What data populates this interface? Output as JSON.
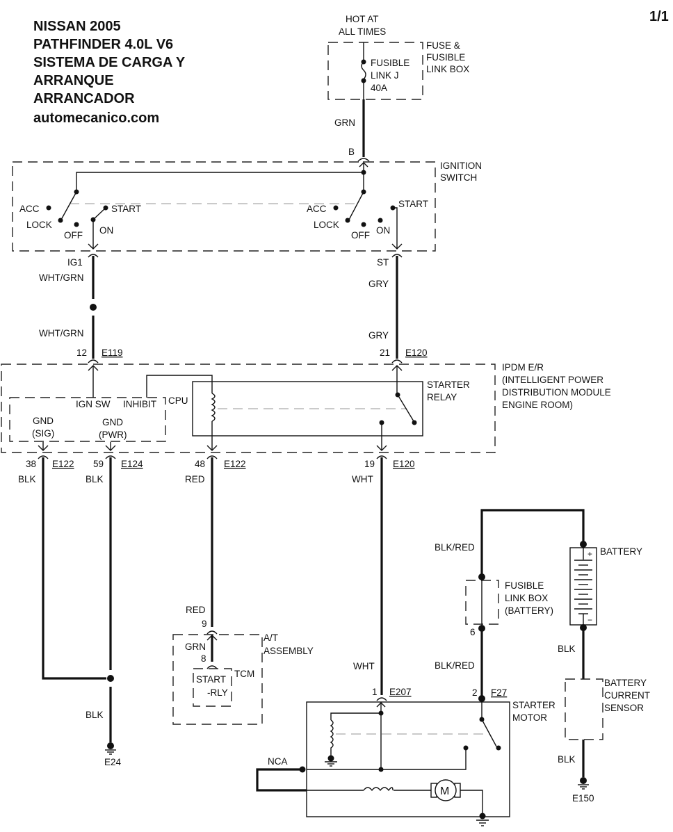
{
  "header": {
    "title_lines": [
      "NISSAN 2005",
      "PATHFINDER 4.0L V6",
      "SISTEMA DE CARGA Y",
      "ARRANQUE",
      "ARRANCADOR",
      "automecanico.com"
    ],
    "page": "1/1"
  },
  "power_source": {
    "label_lines": [
      "HOT AT",
      "ALL TIMES"
    ],
    "fuse_label_lines": [
      "FUSIBLE",
      "LINK J",
      "40A"
    ],
    "box_label_lines": [
      "FUSE &",
      "FUSIBLE",
      "LINK BOX"
    ],
    "wire_color": "GRN",
    "terminal": "B"
  },
  "ignition_switch": {
    "label_lines": [
      "IGNITION",
      "SWITCH"
    ],
    "positions": [
      "ACC",
      "LOCK",
      "OFF",
      "START",
      "ON"
    ],
    "left_output": {
      "terminal": "IG1",
      "wire_colors": [
        "WHT/GRN",
        "WHT/GRN"
      ],
      "pin": "12",
      "connector": "E119"
    },
    "right_output": {
      "terminal": "ST",
      "wire_colors": [
        "GRY",
        "GRY"
      ],
      "pin": "21",
      "connector": "E120"
    }
  },
  "ipdm": {
    "label_lines": [
      "IPDM E/R",
      "(INTELLIGENT POWER",
      "DISTRIBUTION MODULE",
      "ENGINE ROOM)"
    ],
    "cpu": {
      "label": "CPU",
      "inputs": [
        "IGN SW",
        "INHIBIT"
      ],
      "grounds": [
        [
          "GND",
          "(SIG)"
        ],
        [
          "GND",
          "(PWR)"
        ]
      ]
    },
    "starter_relay_lines": [
      "STARTER",
      "RELAY"
    ],
    "outputs": [
      {
        "pin": "38",
        "connector": "E122",
        "wire": "BLK"
      },
      {
        "pin": "59",
        "connector": "E124",
        "wire": "BLK"
      },
      {
        "pin": "48",
        "connector": "E122",
        "wire": "RED"
      },
      {
        "pin": "19",
        "connector": "E120",
        "wire": "WHT"
      }
    ]
  },
  "ground_left": {
    "wire": "BLK",
    "ground": "E24"
  },
  "at_assembly": {
    "label_lines": [
      "A/T",
      "ASSEMBLY"
    ],
    "input_wire": "RED",
    "pin_in": "9",
    "inner_wire": "GRN",
    "pin_inner": "8",
    "tcm_label": "TCM",
    "relay_lines": [
      "START",
      "-RLY"
    ]
  },
  "starter_motor": {
    "label_lines": [
      "STARTER",
      "MOTOR"
    ],
    "input_wire": "WHT",
    "pin_1": "1",
    "connector_1": "E207",
    "pin_2": "2",
    "connector_2": "F27",
    "nca": "NCA",
    "motor_symbol": "M"
  },
  "battery_circuit": {
    "top_wire": "BLK/RED",
    "fusible_box_lines": [
      "FUSIBLE",
      "LINK BOX",
      "(BATTERY)"
    ],
    "fusible_pin": "6",
    "lower_wire": "BLK/RED",
    "battery_label": "BATTERY",
    "plus": "+",
    "minus": "−",
    "neg_wire": "BLK",
    "sensor_lines": [
      "BATTERY",
      "CURRENT",
      "SENSOR"
    ],
    "ground_wire": "BLK",
    "ground": "E150"
  }
}
